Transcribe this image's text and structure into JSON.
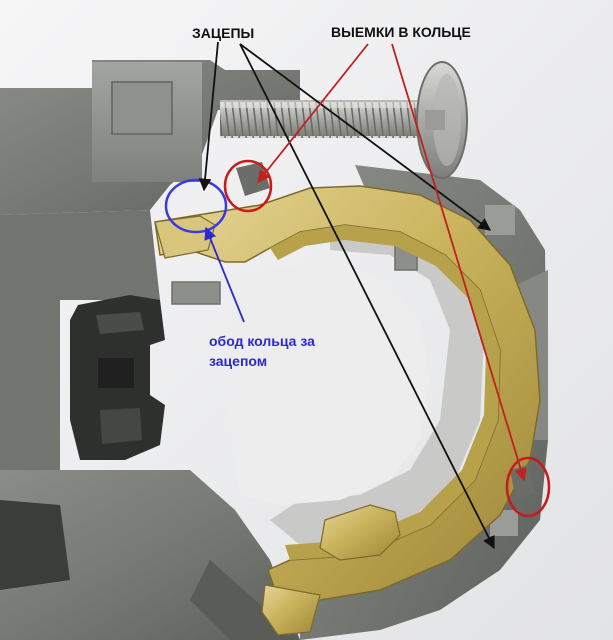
{
  "annotations": {
    "hooks_label": "ЗАЦЕПЫ",
    "notches_label": "ВЫЕМКИ В КОЛЬЦЕ",
    "rim_label_line1": "обод кольца за",
    "rim_label_line2": "зацепом"
  },
  "colors": {
    "label_black": "#111111",
    "label_blue": "#2a2ad0",
    "arrow_red": "#c0201e",
    "circle_red": "#c81a1a",
    "circle_blue": "#3a3ae0",
    "ring_brass": "#c8b25a",
    "plastic_grey": "#7b7d79"
  }
}
